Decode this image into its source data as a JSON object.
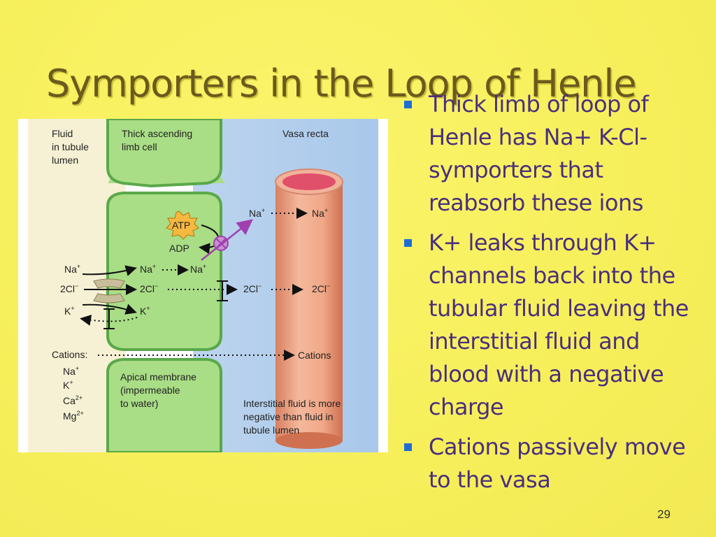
{
  "slide": {
    "title": "Symporters in the Loop of Henle",
    "page_number": "29",
    "colors": {
      "background": "#f7f060",
      "title": "#6b5a1e",
      "bullet_text": "#4a2f7e",
      "bullet_marker": "#1e6cd6"
    }
  },
  "bullets": [
    "Thick limb of loop of Henle has Na+ K-Cl- symporters that reabsorb these ions",
    "K+ leaks through K+ channels back into the tubular fluid leaving the interstitial fluid and blood with a negative charge",
    "Cations passively move to the vasa"
  ],
  "figure": {
    "lumen_label": [
      "Fluid",
      "in tubule",
      "lumen"
    ],
    "cell_label": [
      "Thick ascending",
      "limb cell"
    ],
    "vasa_label": "Vasa recta",
    "atp": "ATP",
    "adp": "ADP",
    "na": "Na",
    "k": "K",
    "cl": "2Cl",
    "plus": "+",
    "minus": "−",
    "cations_lumen": "Cations:",
    "cations_vessel": "Cations",
    "cation_list": [
      "Na",
      "K",
      "Ca",
      "Mg"
    ],
    "cation_charges": [
      "+",
      "+",
      "2+",
      "2+"
    ],
    "apical_label": [
      "Apical membrane",
      "(impermeable",
      "to water)"
    ],
    "interstitial_label": [
      "Interstitial fluid is more",
      "negative than fluid in",
      "tubule lumen"
    ]
  }
}
